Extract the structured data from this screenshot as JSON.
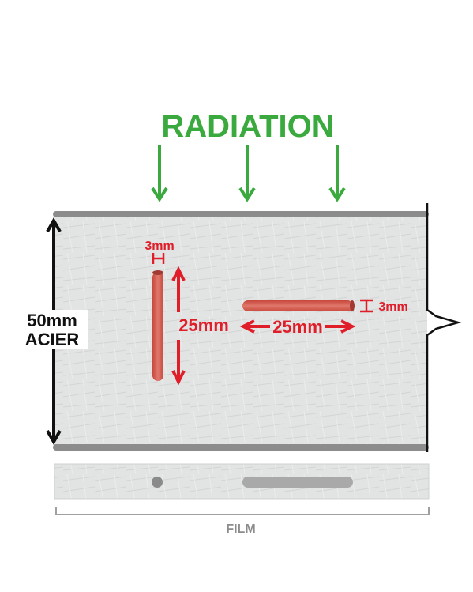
{
  "title": "RADIATION",
  "steel": {
    "thickness_label": "50mm",
    "material_label": "ACIER"
  },
  "vertical_defect": {
    "diameter_label": "3mm",
    "length_label": "25mm"
  },
  "horizontal_defect": {
    "diameter_label": "3mm",
    "length_label": "25mm"
  },
  "film_label": "FILM",
  "colors": {
    "radiation": "#3aaa3f",
    "defect": "#d9534a",
    "dimension": "#e01e2a",
    "plate_edge": "#8c8c8c",
    "steel_fill": "#e2e3e3",
    "film_shadow": "#a9a9a9",
    "black": "#111111"
  }
}
